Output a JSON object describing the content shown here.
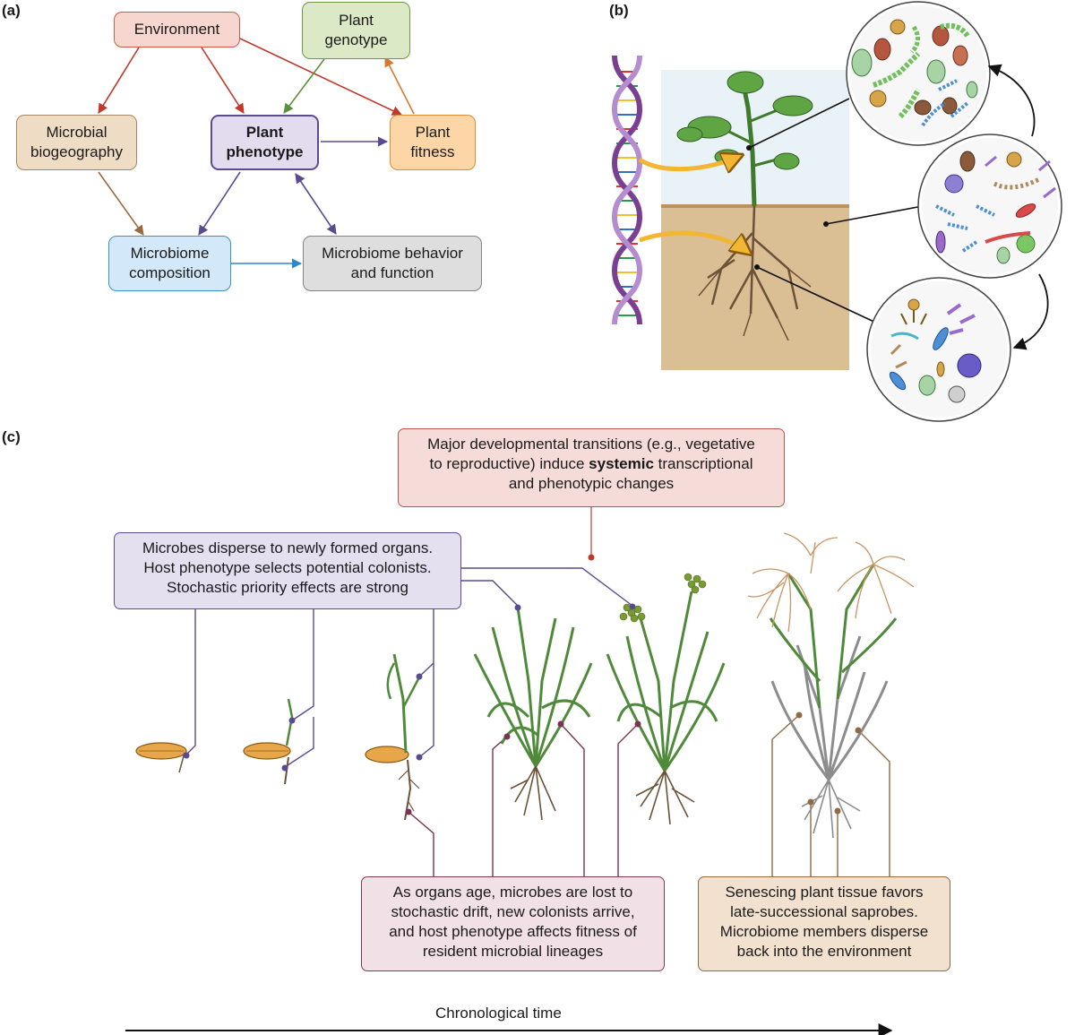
{
  "panel_labels": {
    "a": "(a)",
    "b": "(b)",
    "c": "(c)"
  },
  "panel_a": {
    "environment": "Environment",
    "plant_genotype": [
      "Plant",
      "genotype"
    ],
    "microbial_biogeography": [
      "Microbial",
      "biogeography"
    ],
    "plant_phenotype": [
      "Plant",
      "phenotype"
    ],
    "plant_fitness": [
      "Plant",
      "fitness"
    ],
    "microbiome_composition": [
      "Microbiome",
      "composition"
    ],
    "microbiome_behavior": [
      "Microbiome behavior",
      "and function"
    ]
  },
  "panel_c": {
    "top_box": {
      "line1": "Major developmental transitions (e.g., vegetative",
      "line2_pre": "to reproductive) induce ",
      "line2_bold": "systemic",
      "line2_post": " transcriptional",
      "line3": "and phenotypic changes"
    },
    "disperse_box": [
      "Microbes disperse to newly formed organs.",
      "Host phenotype selects potential colonists.",
      "Stochastic priority effects are strong"
    ],
    "aging_box": [
      "As organs age, microbes are lost to",
      "stochastic drift, new colonists arrive,",
      "and host phenotype affects fitness of",
      "resident microbial lineages"
    ],
    "senescing_box": [
      "Senescing plant tissue favors",
      "late-successional saprobes.",
      "Microbiome members disperse",
      "back into the environment"
    ],
    "time_axis_label": "Chronological time"
  },
  "colors": {
    "red": "#c0392b",
    "green": "#5b8f3a",
    "brown": "#9a6a3f",
    "purple": "#5a4a92",
    "orange": "#d9782c",
    "blue": "#2f86c8",
    "maroon": "#7a3450",
    "plant_green": "#4f8a3a",
    "seed": "#e8a64a",
    "root": "#6b5238",
    "soil": "#d9bf93",
    "dead": "#8c8c8c",
    "panicle": "#c99461"
  }
}
